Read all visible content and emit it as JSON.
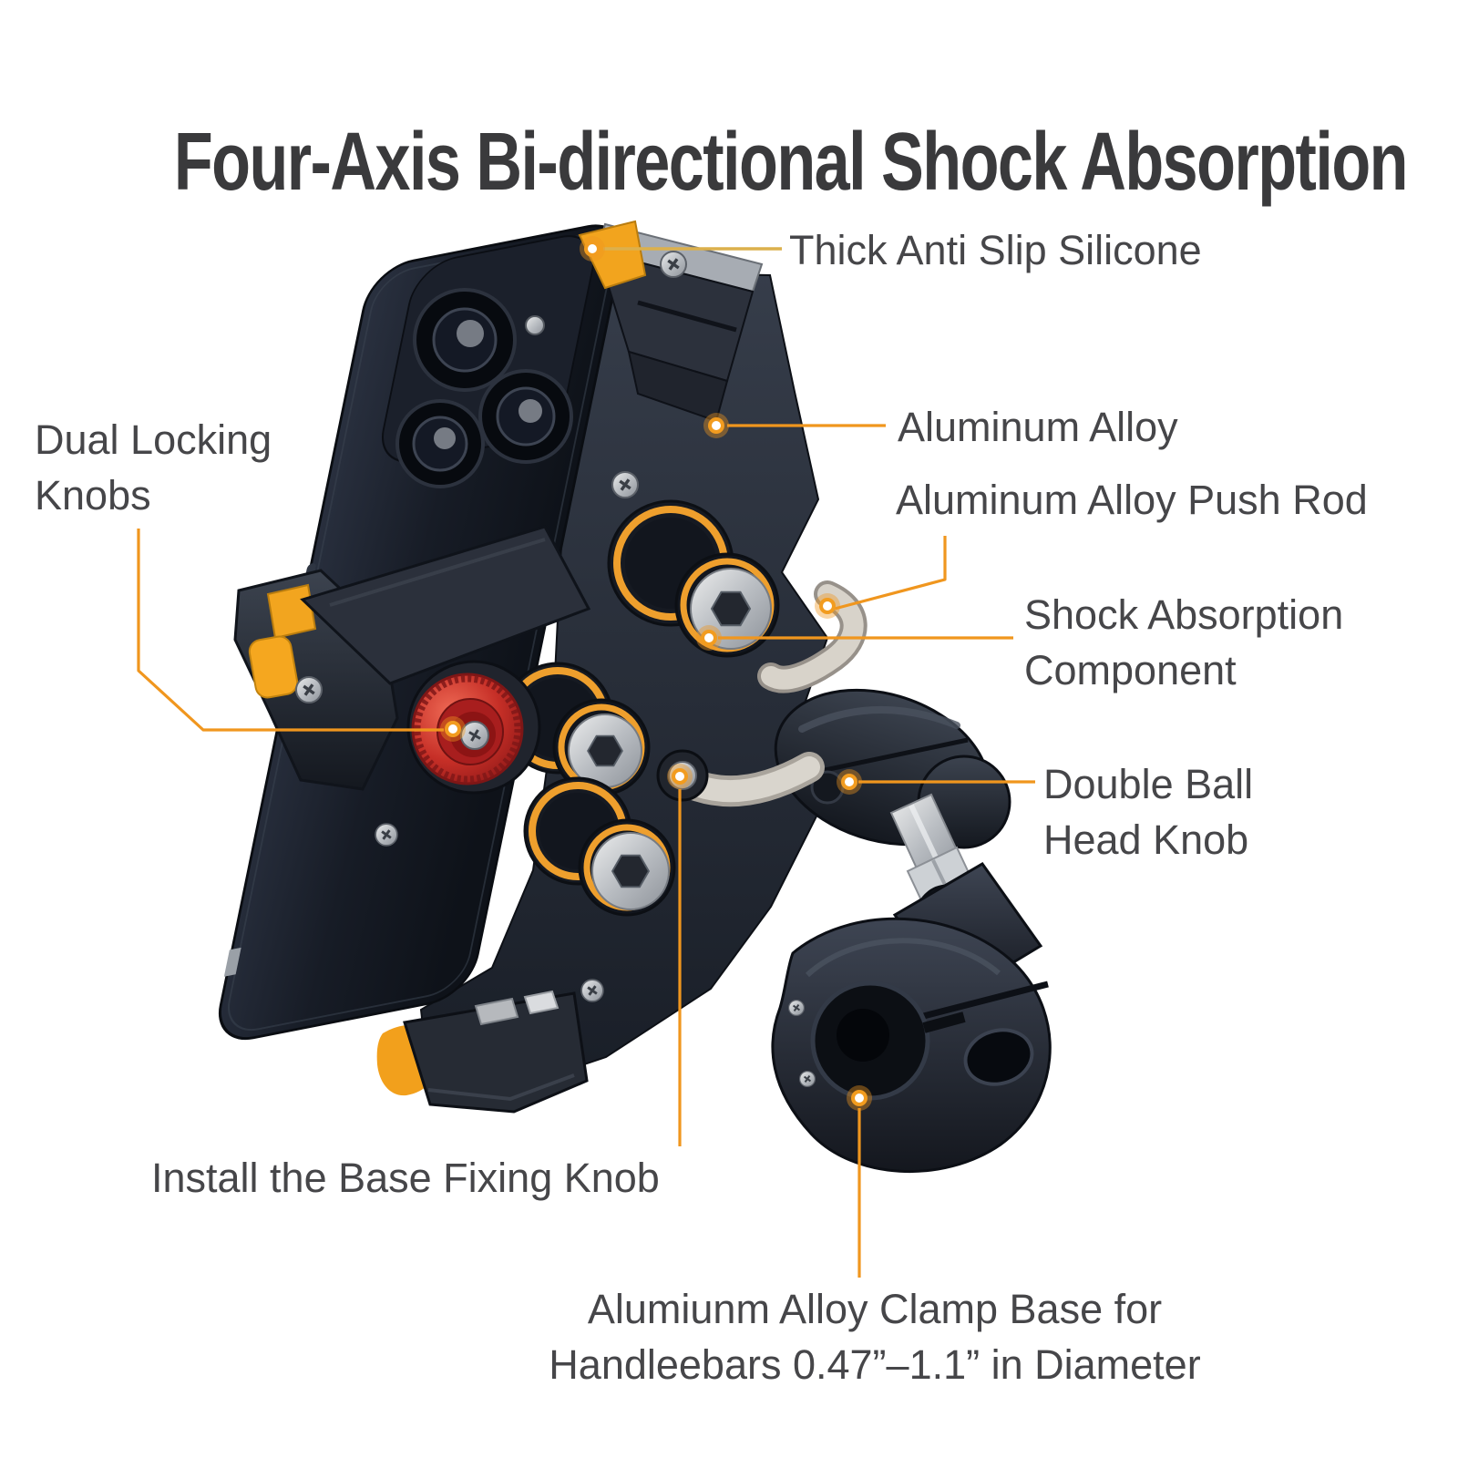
{
  "title": {
    "text": "Four-Axis Bi-directional Shock Absorption"
  },
  "callouts": {
    "thick_anti_slip_silicone": {
      "text": "Thick Anti Slip Silicone"
    },
    "dual_locking_knobs": {
      "line1": "Dual Locking",
      "line2": "Knobs"
    },
    "aluminum_alloy": {
      "text": "Aluminum Alloy"
    },
    "aluminum_alloy_push_rod": {
      "text": "Aluminum Alloy Push Rod"
    },
    "shock_absorption_component": {
      "line1": "Shock Absorption",
      "line2": "Component"
    },
    "double_ball_head_knob": {
      "line1": "Double Ball",
      "line2": "Head Knob"
    },
    "install_base_fixing_knob": {
      "text": "Install the Base Fixing Knob"
    },
    "clamp_base": {
      "line1": "Alumiunm Alloy Clamp Base for",
      "line2": "Handleebars 0.47”–1.1” in Diameter"
    }
  },
  "colors": {
    "background": "#FFFFFF",
    "title_text": "#3A3A3C",
    "label_text": "#464649",
    "leader_orange": "#F0961E",
    "leader_gold": "#DCB04C",
    "accent_orange": "#F2A41E",
    "knob_red": "#C83228",
    "metal_silver": "#C9CDD2",
    "body_dark": "#23272F"
  }
}
